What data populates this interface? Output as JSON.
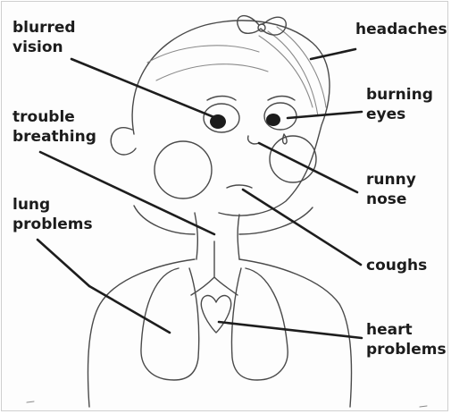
{
  "labels": {
    "blurred_vision": [
      "blurred",
      "vision"
    ],
    "headaches": [
      "headaches"
    ],
    "trouble_breathing": [
      "trouble",
      "breathing"
    ],
    "burning_eyes": [
      "burning",
      "eyes"
    ],
    "runny_nose": [
      "runny",
      "nose"
    ],
    "lung_problems": [
      "lung",
      "problems"
    ],
    "coughs": [
      "coughs"
    ],
    "heart_problems": [
      "heart",
      "problems"
    ]
  },
  "colors": {
    "ink": "#1c1c1c",
    "pencil": "#4a4a4a",
    "paper": "#fdfdfd"
  }
}
